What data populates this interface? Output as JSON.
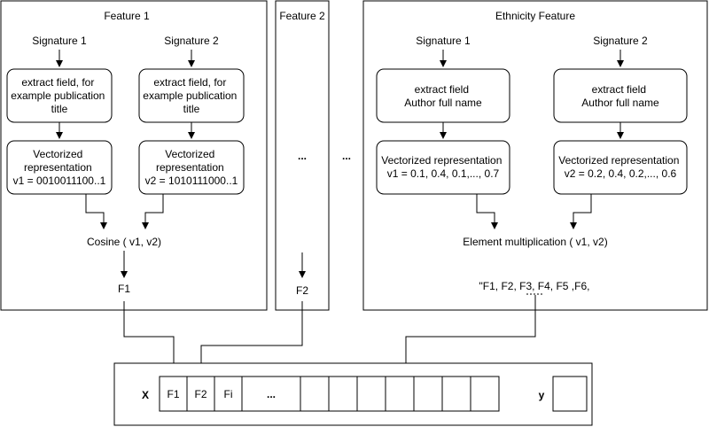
{
  "feature1": {
    "title": "Feature 1",
    "sig1": {
      "label": "Signature 1",
      "extract": [
        "extract field, for",
        "example publication",
        "title"
      ],
      "vector": [
        "Vectorized",
        "representation",
        "v1 = 0010011100..1"
      ]
    },
    "sig2": {
      "label": "Signature 2",
      "extract": [
        "extract field, for",
        "example publication",
        "title"
      ],
      "vector": [
        "Vectorized",
        "representation",
        "v2 = 1010111000..1"
      ]
    },
    "op": "Cosine ( v1, v2)",
    "output": "F1"
  },
  "feature2": {
    "title": "Feature 2",
    "dots": "...",
    "output": "F2"
  },
  "between_dots": "...",
  "ethnicity": {
    "title": "Ethnicity Feature",
    "sig1": {
      "label": "Signature 1",
      "extract": [
        "extract field",
        "Author full name"
      ],
      "vector": [
        "Vectorized representation",
        "v1 = 0.1, 0.4, 0.1,..., 0.7"
      ]
    },
    "sig2": {
      "label": "Signature 2",
      "extract": [
        "extract field",
        "Author full name"
      ],
      "vector": [
        "Vectorized representation",
        "v2 = 0.2, 0.4, 0.2,..., 0.6"
      ]
    },
    "op": "Element multiplication ( v1, v2)",
    "output": "\"F1, F2, F3, F4, F5 ,F6,"
  },
  "vector_row": {
    "x_label": "X",
    "cells": [
      "F1",
      "F2",
      "Fi",
      "...",
      "",
      "",
      "",
      "",
      "",
      "",
      ""
    ],
    "y_label": "y"
  }
}
